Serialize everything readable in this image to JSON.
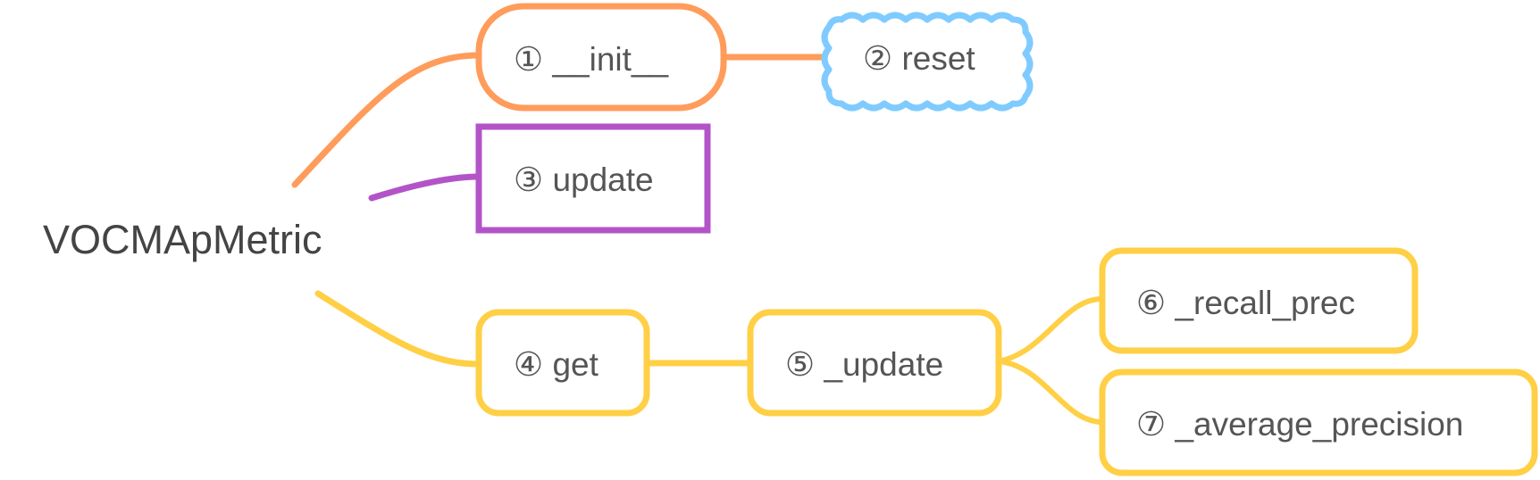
{
  "diagram": {
    "type": "mind-map",
    "root": {
      "label": "VOCMApMetric"
    },
    "colors": {
      "orange": "#FF9C5B",
      "blue": "#7FCBFF",
      "purple": "#B254C8",
      "yellow": "#FFCF45",
      "text": "#555555"
    },
    "nodes": [
      {
        "id": "init",
        "label": "① __init__",
        "parent": "root",
        "shape": "rounded-pill",
        "color": "orange"
      },
      {
        "id": "reset",
        "label": "② reset",
        "parent": "init",
        "shape": "cloud",
        "color": "blue"
      },
      {
        "id": "update",
        "label": "③ update",
        "parent": "root",
        "shape": "rectangle",
        "color": "purple"
      },
      {
        "id": "get",
        "label": "④ get",
        "parent": "root",
        "shape": "rounded-rect",
        "color": "yellow"
      },
      {
        "id": "_update",
        "label": "⑤ _update",
        "parent": "get",
        "shape": "rounded-rect",
        "color": "yellow"
      },
      {
        "id": "recall_prec",
        "label": "⑥ _recall_prec",
        "parent": "_update",
        "shape": "rounded-rect",
        "color": "yellow"
      },
      {
        "id": "average_precision",
        "label": "⑦ _average_precision",
        "parent": "_update",
        "shape": "rounded-rect",
        "color": "yellow"
      }
    ]
  }
}
